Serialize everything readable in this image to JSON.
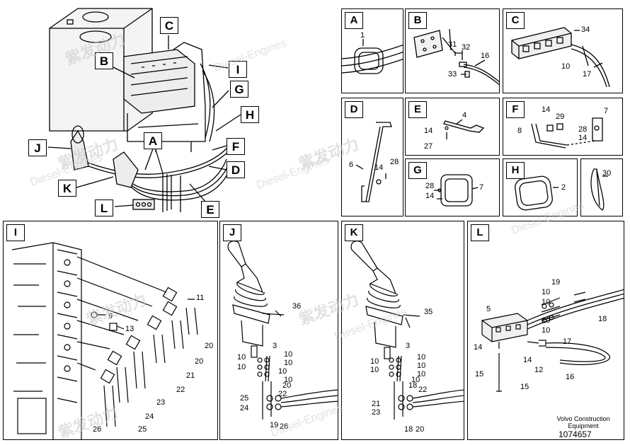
{
  "watermark": {
    "brand": "紫发动力",
    "sub": "Diesel-Engines"
  },
  "overview_callouts": {
    "A": "A",
    "B": "B",
    "C": "C",
    "D": "D",
    "E": "E",
    "F": "F",
    "G": "G",
    "H": "H",
    "I": "I",
    "J": "J",
    "K": "K",
    "L": "L"
  },
  "panels": {
    "A": {
      "tag": "A",
      "labels": [
        "1"
      ]
    },
    "B": {
      "tag": "B",
      "labels": [
        "31",
        "32",
        "16",
        "33"
      ]
    },
    "C": {
      "tag": "C",
      "labels": [
        "34",
        "10",
        "17"
      ]
    },
    "D": {
      "tag": "D",
      "labels": [
        "6",
        "14",
        "28"
      ]
    },
    "E": {
      "tag": "E",
      "labels": [
        "4",
        "14",
        "27"
      ]
    },
    "F": {
      "tag": "F",
      "labels": [
        "14",
        "29",
        "7",
        "8",
        "28",
        "14"
      ]
    },
    "G": {
      "tag": "G",
      "labels": [
        "28",
        "14",
        "7"
      ]
    },
    "H": {
      "tag": "H",
      "labels": [
        "2"
      ]
    },
    "P30": {
      "labels": [
        "30"
      ]
    },
    "I": {
      "tag": "I",
      "labels": [
        "11",
        "9",
        "13",
        "20",
        "20",
        "21",
        "22",
        "23",
        "24",
        "25",
        "26"
      ]
    },
    "J": {
      "tag": "J",
      "labels": [
        "36",
        "3",
        "10",
        "10",
        "10",
        "10",
        "10",
        "10",
        "20",
        "22",
        "25",
        "24",
        "19",
        "26"
      ]
    },
    "K": {
      "tag": "K",
      "labels": [
        "35",
        "3",
        "10",
        "10",
        "10",
        "10",
        "10",
        "10",
        "18",
        "22",
        "21",
        "23",
        "18",
        "20"
      ]
    },
    "L": {
      "tag": "L",
      "labels": [
        "5",
        "19",
        "10",
        "10",
        "18",
        "10",
        "10",
        "14",
        "14",
        "12",
        "17",
        "15",
        "15",
        "16"
      ]
    }
  },
  "footer": {
    "line1": "Volvo Construction",
    "line2": "Equipment",
    "doc_number": "1074657"
  }
}
